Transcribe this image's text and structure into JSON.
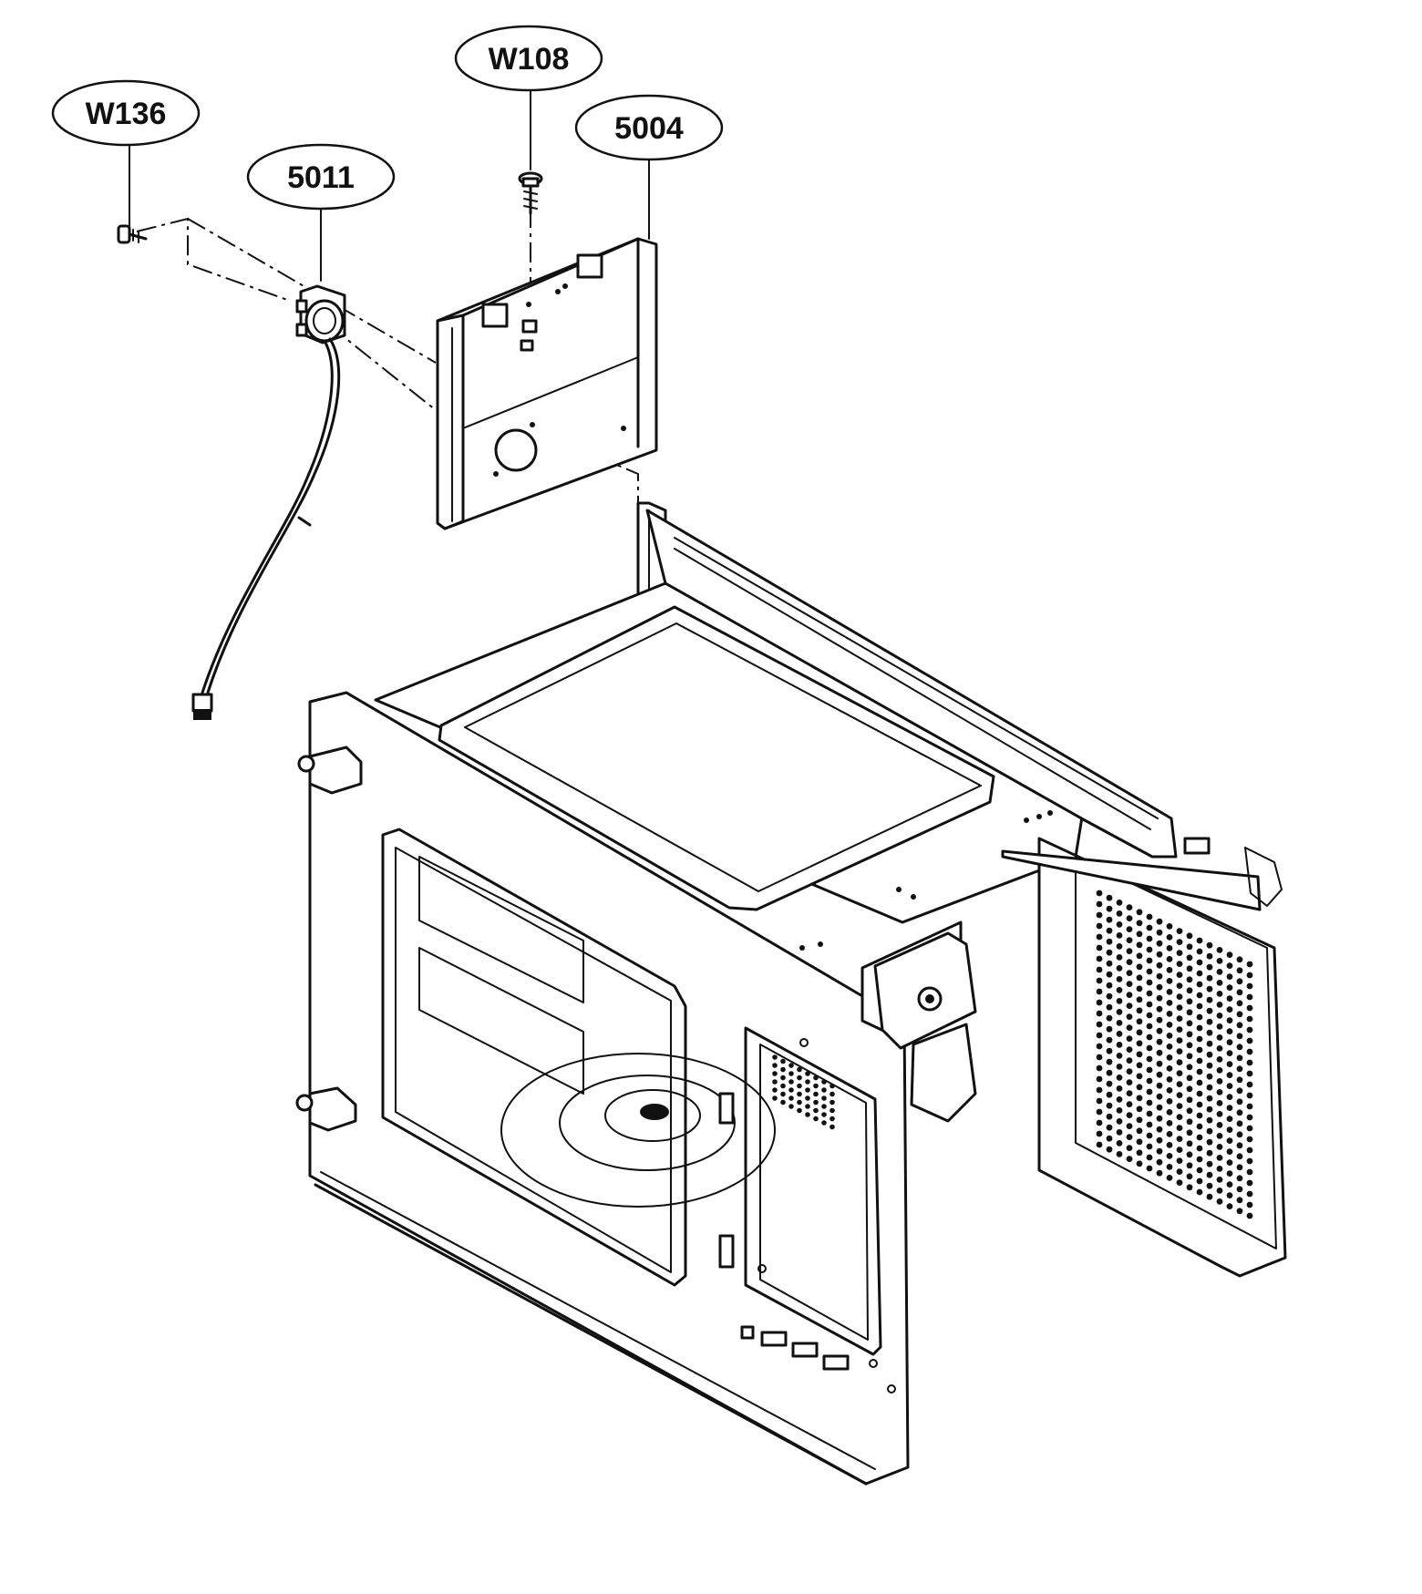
{
  "callouts": [
    {
      "label": "W136"
    },
    {
      "label": "5011"
    },
    {
      "label": "W108"
    },
    {
      "label": "5004"
    }
  ],
  "icons": [
    "screw-icon",
    "thermostat-icon",
    "wire-connector-icon"
  ]
}
